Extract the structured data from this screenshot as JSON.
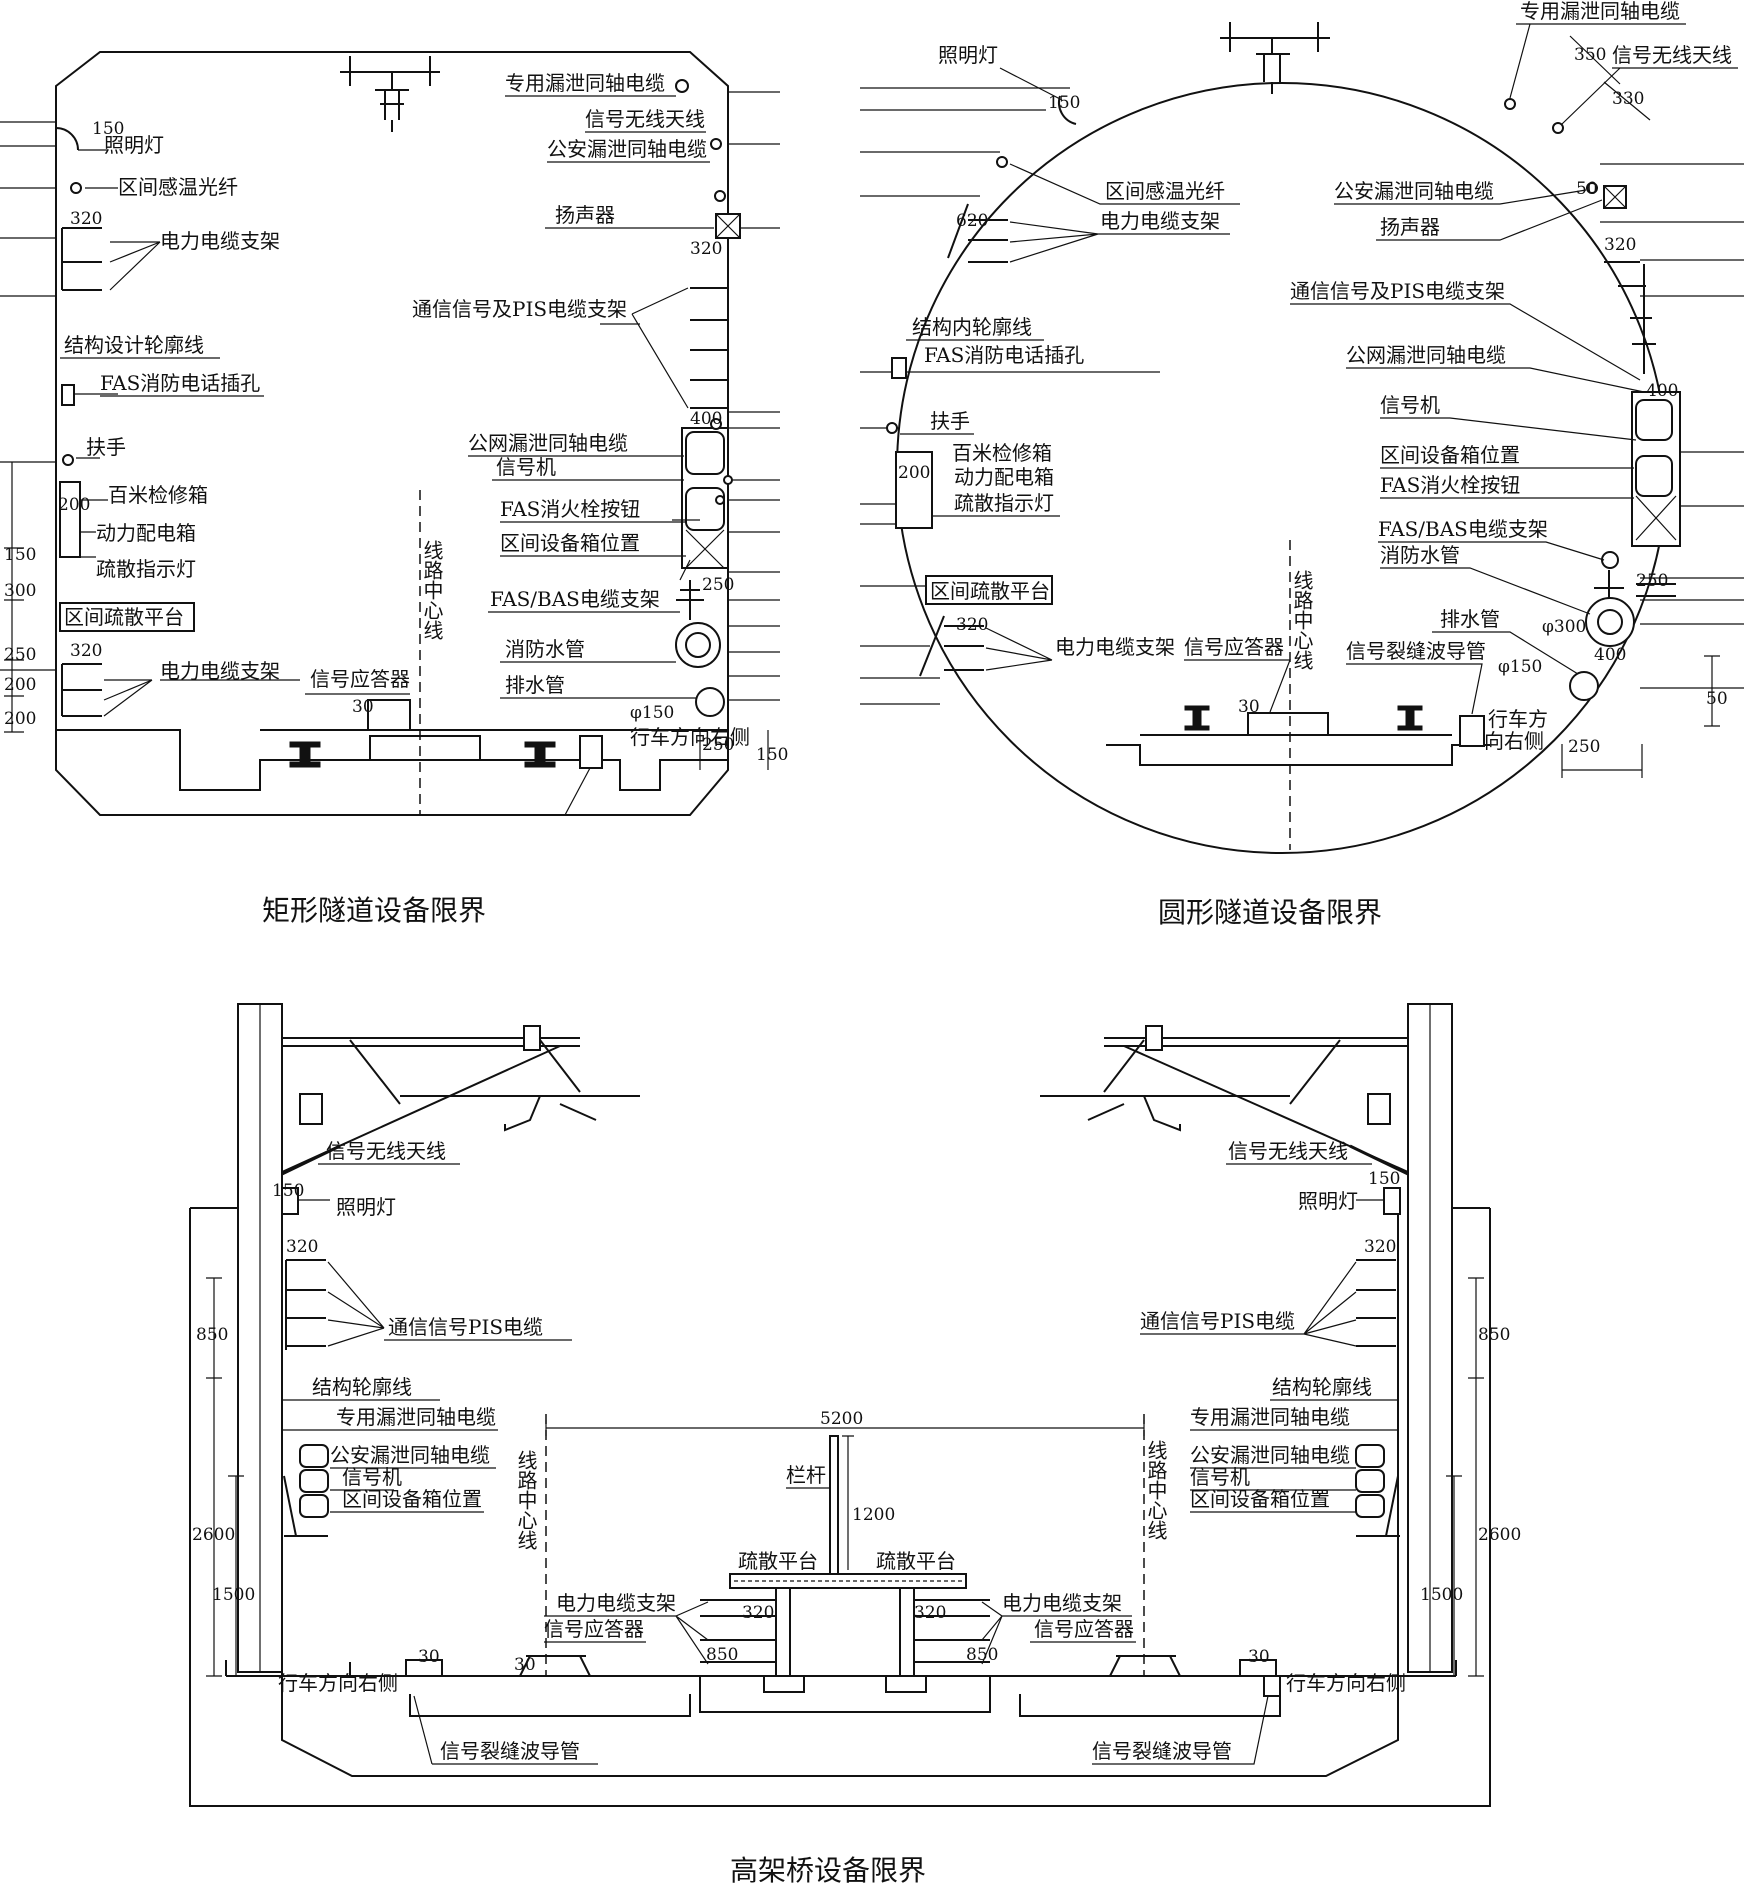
{
  "panels": {
    "rect": {
      "caption": "矩形隧道设备限界",
      "labels": {
        "leaky_dedicated": "专用漏泄同轴电缆",
        "signal_antenna": "信号无线天线",
        "police_leaky": "公安漏泄同轴电缆",
        "speaker": "扬声器",
        "lighting": "照明灯",
        "fiber": "区间感温光纤",
        "power_bracket_top": "电力电缆支架",
        "comm_bracket": "通信信号及PIS电缆支架",
        "structure_line": "结构设计轮廓线",
        "fas_phone": "FAS消防电话插孔",
        "public_leaky": "公网漏泄同轴电缆",
        "signal_machine": "信号机",
        "handrail": "扶手",
        "maint_box": "百米检修箱",
        "fas_button": "FAS消火栓按钮",
        "power_box": "动力配电箱",
        "equip_box": "区间设备箱位置",
        "evac_light": "疏散指示灯",
        "fas_bas": "FAS/BAS电缆支架",
        "evac_platform": "区间疏散平台",
        "fire_pipe": "消防水管",
        "power_bracket_bottom": "电力电缆支架",
        "transponder": "信号应答器",
        "drain": "排水管",
        "direction": "行车方向右侧",
        "centerline": "线路中心线"
      },
      "dims": {
        "d150a": "150",
        "d320a": "320",
        "d320b": "320",
        "d400": "400",
        "d200": "200",
        "d150b": "150",
        "d300": "300",
        "d250a": "250",
        "d200b": "200",
        "d200c": "200",
        "d320c": "320",
        "d250b": "250",
        "d30": "30",
        "dphi150": "φ150",
        "d250c": "250",
        "d150c": "150"
      }
    },
    "circle": {
      "caption": "圆形隧道设备限界",
      "labels": {
        "lighting": "照明灯",
        "leaky_dedicated": "专用漏泄同轴电缆",
        "signal_antenna": "信号无线天线",
        "fiber": "区间感温光纤",
        "police_leaky": "公安漏泄同轴电缆",
        "power_bracket_top": "电力电缆支架",
        "speaker": "扬声器",
        "comm_bracket": "通信信号及PIS电缆支架",
        "structure_line": "结构内轮廓线",
        "fas_phone": "FAS消防电话插孔",
        "public_leaky": "公网漏泄同轴电缆",
        "handrail": "扶手",
        "signal_machine": "信号机",
        "maint_box": "百米检修箱",
        "equip_box": "区间设备箱位置",
        "power_box": "动力配电箱",
        "fas_button": "FAS消火栓按钮",
        "evac_light": "疏散指示灯",
        "fas_bas": "FAS/BAS电缆支架",
        "fire_pipe": "消防水管",
        "evac_platform": "区间疏散平台",
        "drain": "排水管",
        "power_bracket_bottom": "电力电缆支架",
        "transponder": "信号应答器",
        "waveguide": "信号裂缝波导管",
        "direction_a": "行车方",
        "direction_b": "向右侧",
        "centerline": "线路中心线"
      },
      "dims": {
        "d150": "150",
        "d350": "350",
        "d330": "330",
        "d50a": "50",
        "d620": "620",
        "d320a": "320",
        "d400a": "400",
        "d200": "200",
        "d250": "250",
        "d320b": "320",
        "dphi300": "φ300",
        "dphi150": "φ150",
        "d400b": "400",
        "d30": "30",
        "d50b": "50",
        "d250b": "250"
      }
    },
    "bridge": {
      "caption": "高架桥设备限界",
      "labels": {
        "antenna_l": "信号无线天线",
        "lighting_l": "照明灯",
        "comm_l": "通信信号PIS电缆",
        "structure_l": "结构轮廓线",
        "leaky_l": "专用漏泄同轴电缆",
        "public_l": "公安漏泄同轴电缆",
        "signal_l": "信号机",
        "equip_l": "区间设备箱位置",
        "railing": "栏杆",
        "evac_l": "疏散平台",
        "evac_r": "疏散平台",
        "power_l": "电力电缆支架",
        "transponder_l": "信号应答器",
        "power_r": "电力电缆支架",
        "transponder_r": "信号应答器",
        "direction_l": "行车方向右侧",
        "direction_r": "行车方向右侧",
        "waveguide_l": "信号裂缝波导管",
        "waveguide_r": "信号裂缝波导管",
        "antenna_r": "信号无线天线",
        "lighting_r": "照明灯",
        "comm_r": "通信信号PIS电缆",
        "structure_r": "结构轮廓线",
        "leaky_r": "专用漏泄同轴电缆",
        "public_r": "公安漏泄同轴电缆",
        "signal_r": "信号机",
        "equip_r": "区间设备箱位置",
        "centerline": "线路中心线"
      },
      "dims": {
        "d150l": "150",
        "d320l": "320",
        "d850l": "850",
        "d2600l": "2600",
        "d1500l": "1500",
        "d5200": "5200",
        "d1200": "1200",
        "d320cl": "320",
        "d850cl": "850",
        "d320cr": "320",
        "d850cr": "850",
        "d30l": "30",
        "d30cl": "30",
        "d30r": "30",
        "d150r": "150",
        "d320r": "320",
        "d850r": "850",
        "d2600r": "2600",
        "d1500r": "1500"
      }
    }
  }
}
